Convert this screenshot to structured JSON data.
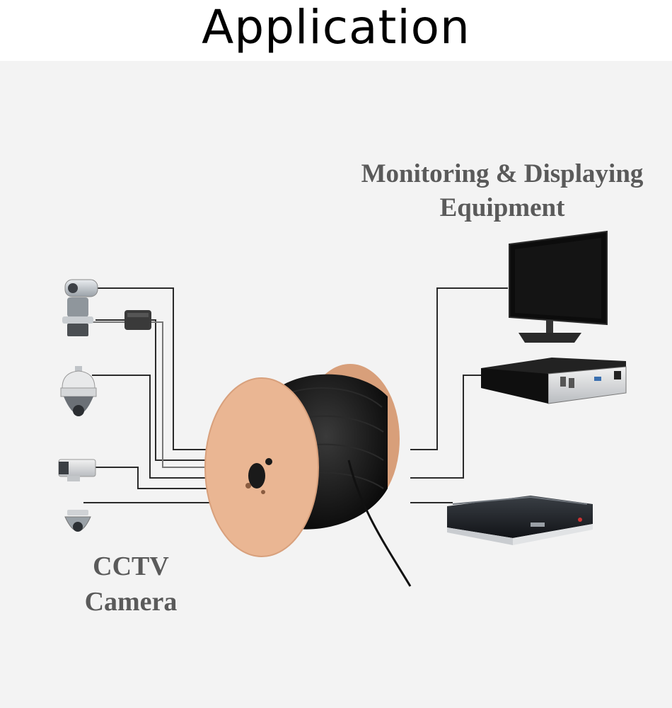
{
  "title": "Application",
  "labels": {
    "monitoring_line1": "Monitoring & Displaying",
    "monitoring_line2": "Equipment",
    "cctv_line1": "CCTV",
    "cctv_line2": "Camera"
  },
  "colors": {
    "background": "#f3f3f3",
    "reel_wood": "#eab693",
    "cable": "#111111",
    "label_text": "#5a5a5a"
  },
  "icons": {
    "cameras": [
      "ptz-camera-icon",
      "speed-dome-camera-icon",
      "box-camera-icon",
      "mini-dome-camera-icon"
    ],
    "equipment": [
      "monitor-icon",
      "dvr-recorder-icon",
      "network-video-recorder-icon"
    ],
    "center": "cable-reel-icon"
  }
}
